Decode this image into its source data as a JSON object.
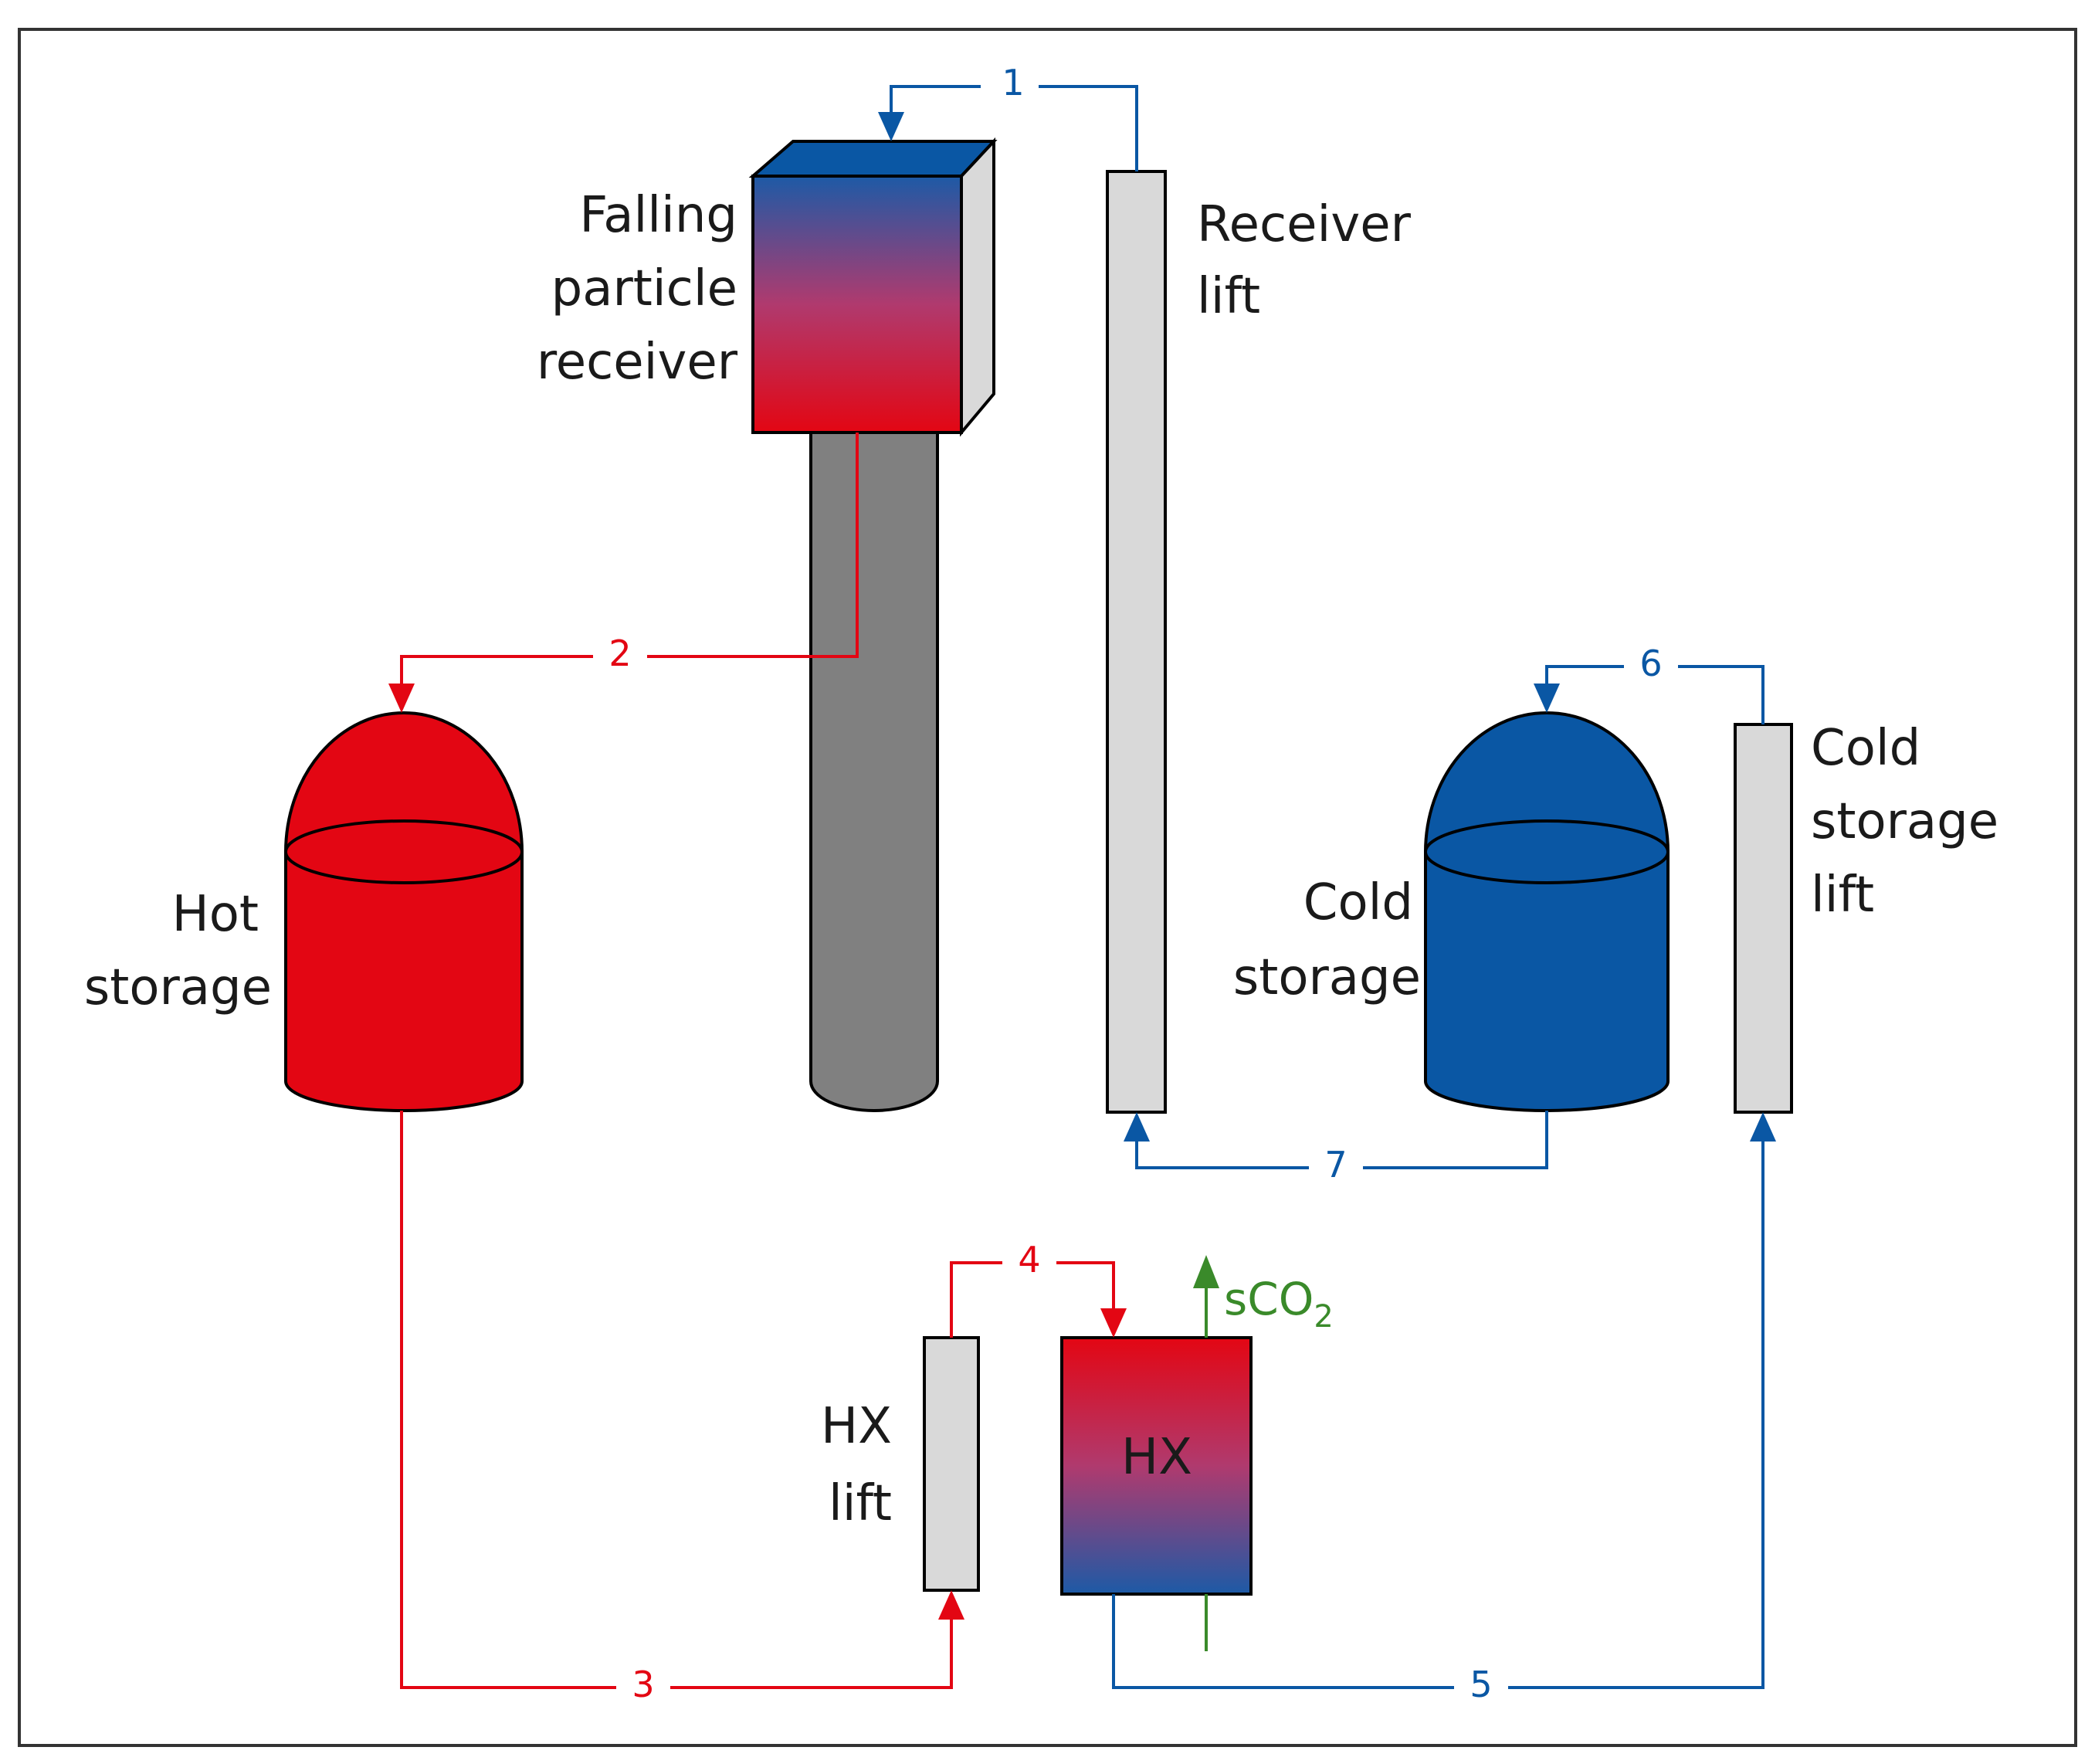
{
  "colors": {
    "hot": "#e30613",
    "cold": "#0a57a4",
    "sco2": "#3a8a2a",
    "lift_fill": "#d9d9d9",
    "tower": "#808080",
    "outline": "#000000"
  },
  "components": {
    "receiver": {
      "label": [
        "Falling",
        "particle",
        "receiver"
      ]
    },
    "receiver_lift": {
      "label": [
        "Receiver",
        "lift"
      ]
    },
    "hot_storage": {
      "label": [
        "Hot",
        "storage"
      ]
    },
    "cold_storage": {
      "label": [
        "Cold",
        "storage"
      ]
    },
    "cold_storage_lift": {
      "label": [
        "Cold",
        "storage",
        "lift"
      ]
    },
    "hx_lift": {
      "label": [
        "HX",
        "lift"
      ]
    },
    "hx": {
      "label": "HX"
    },
    "sco2": {
      "main": "sCO",
      "sub": "2"
    }
  },
  "flows": [
    {
      "id": "1",
      "label": "1",
      "color": "cold"
    },
    {
      "id": "2",
      "label": "2",
      "color": "hot"
    },
    {
      "id": "3",
      "label": "3",
      "color": "hot"
    },
    {
      "id": "4",
      "label": "4",
      "color": "hot"
    },
    {
      "id": "5",
      "label": "5",
      "color": "cold"
    },
    {
      "id": "6",
      "label": "6",
      "color": "cold"
    },
    {
      "id": "7",
      "label": "7",
      "color": "cold"
    }
  ]
}
